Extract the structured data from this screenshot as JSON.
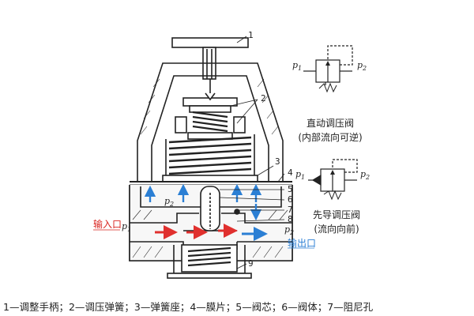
{
  "callouts": [
    "1",
    "2",
    "3",
    "4",
    "5",
    "6",
    "7",
    "8",
    "9"
  ],
  "pressure": {
    "p1": "p",
    "p1_sub": "1",
    "p2": "p",
    "p2_sub": "2"
  },
  "ports": {
    "inlet": "输入口",
    "outlet": "输出口"
  },
  "symbols": {
    "direct": {
      "title": "直动调压阀",
      "note": "(内部流向可逆)"
    },
    "pilot": {
      "title": "先导调压阀",
      "note": "(流向向前)"
    }
  },
  "legend": "1—调整手柄；2—调压弹簧；3—弹簧座；4—膜片；5—阀芯；6—阀体；7—阻尼孔",
  "colors": {
    "line": "#222222",
    "arrow_blue": "#2b7fd4",
    "arrow_red": "#e0302e",
    "label_red": "#d9241f",
    "label_blue": "#2b7fd4",
    "fill": "#f7f7f7"
  }
}
